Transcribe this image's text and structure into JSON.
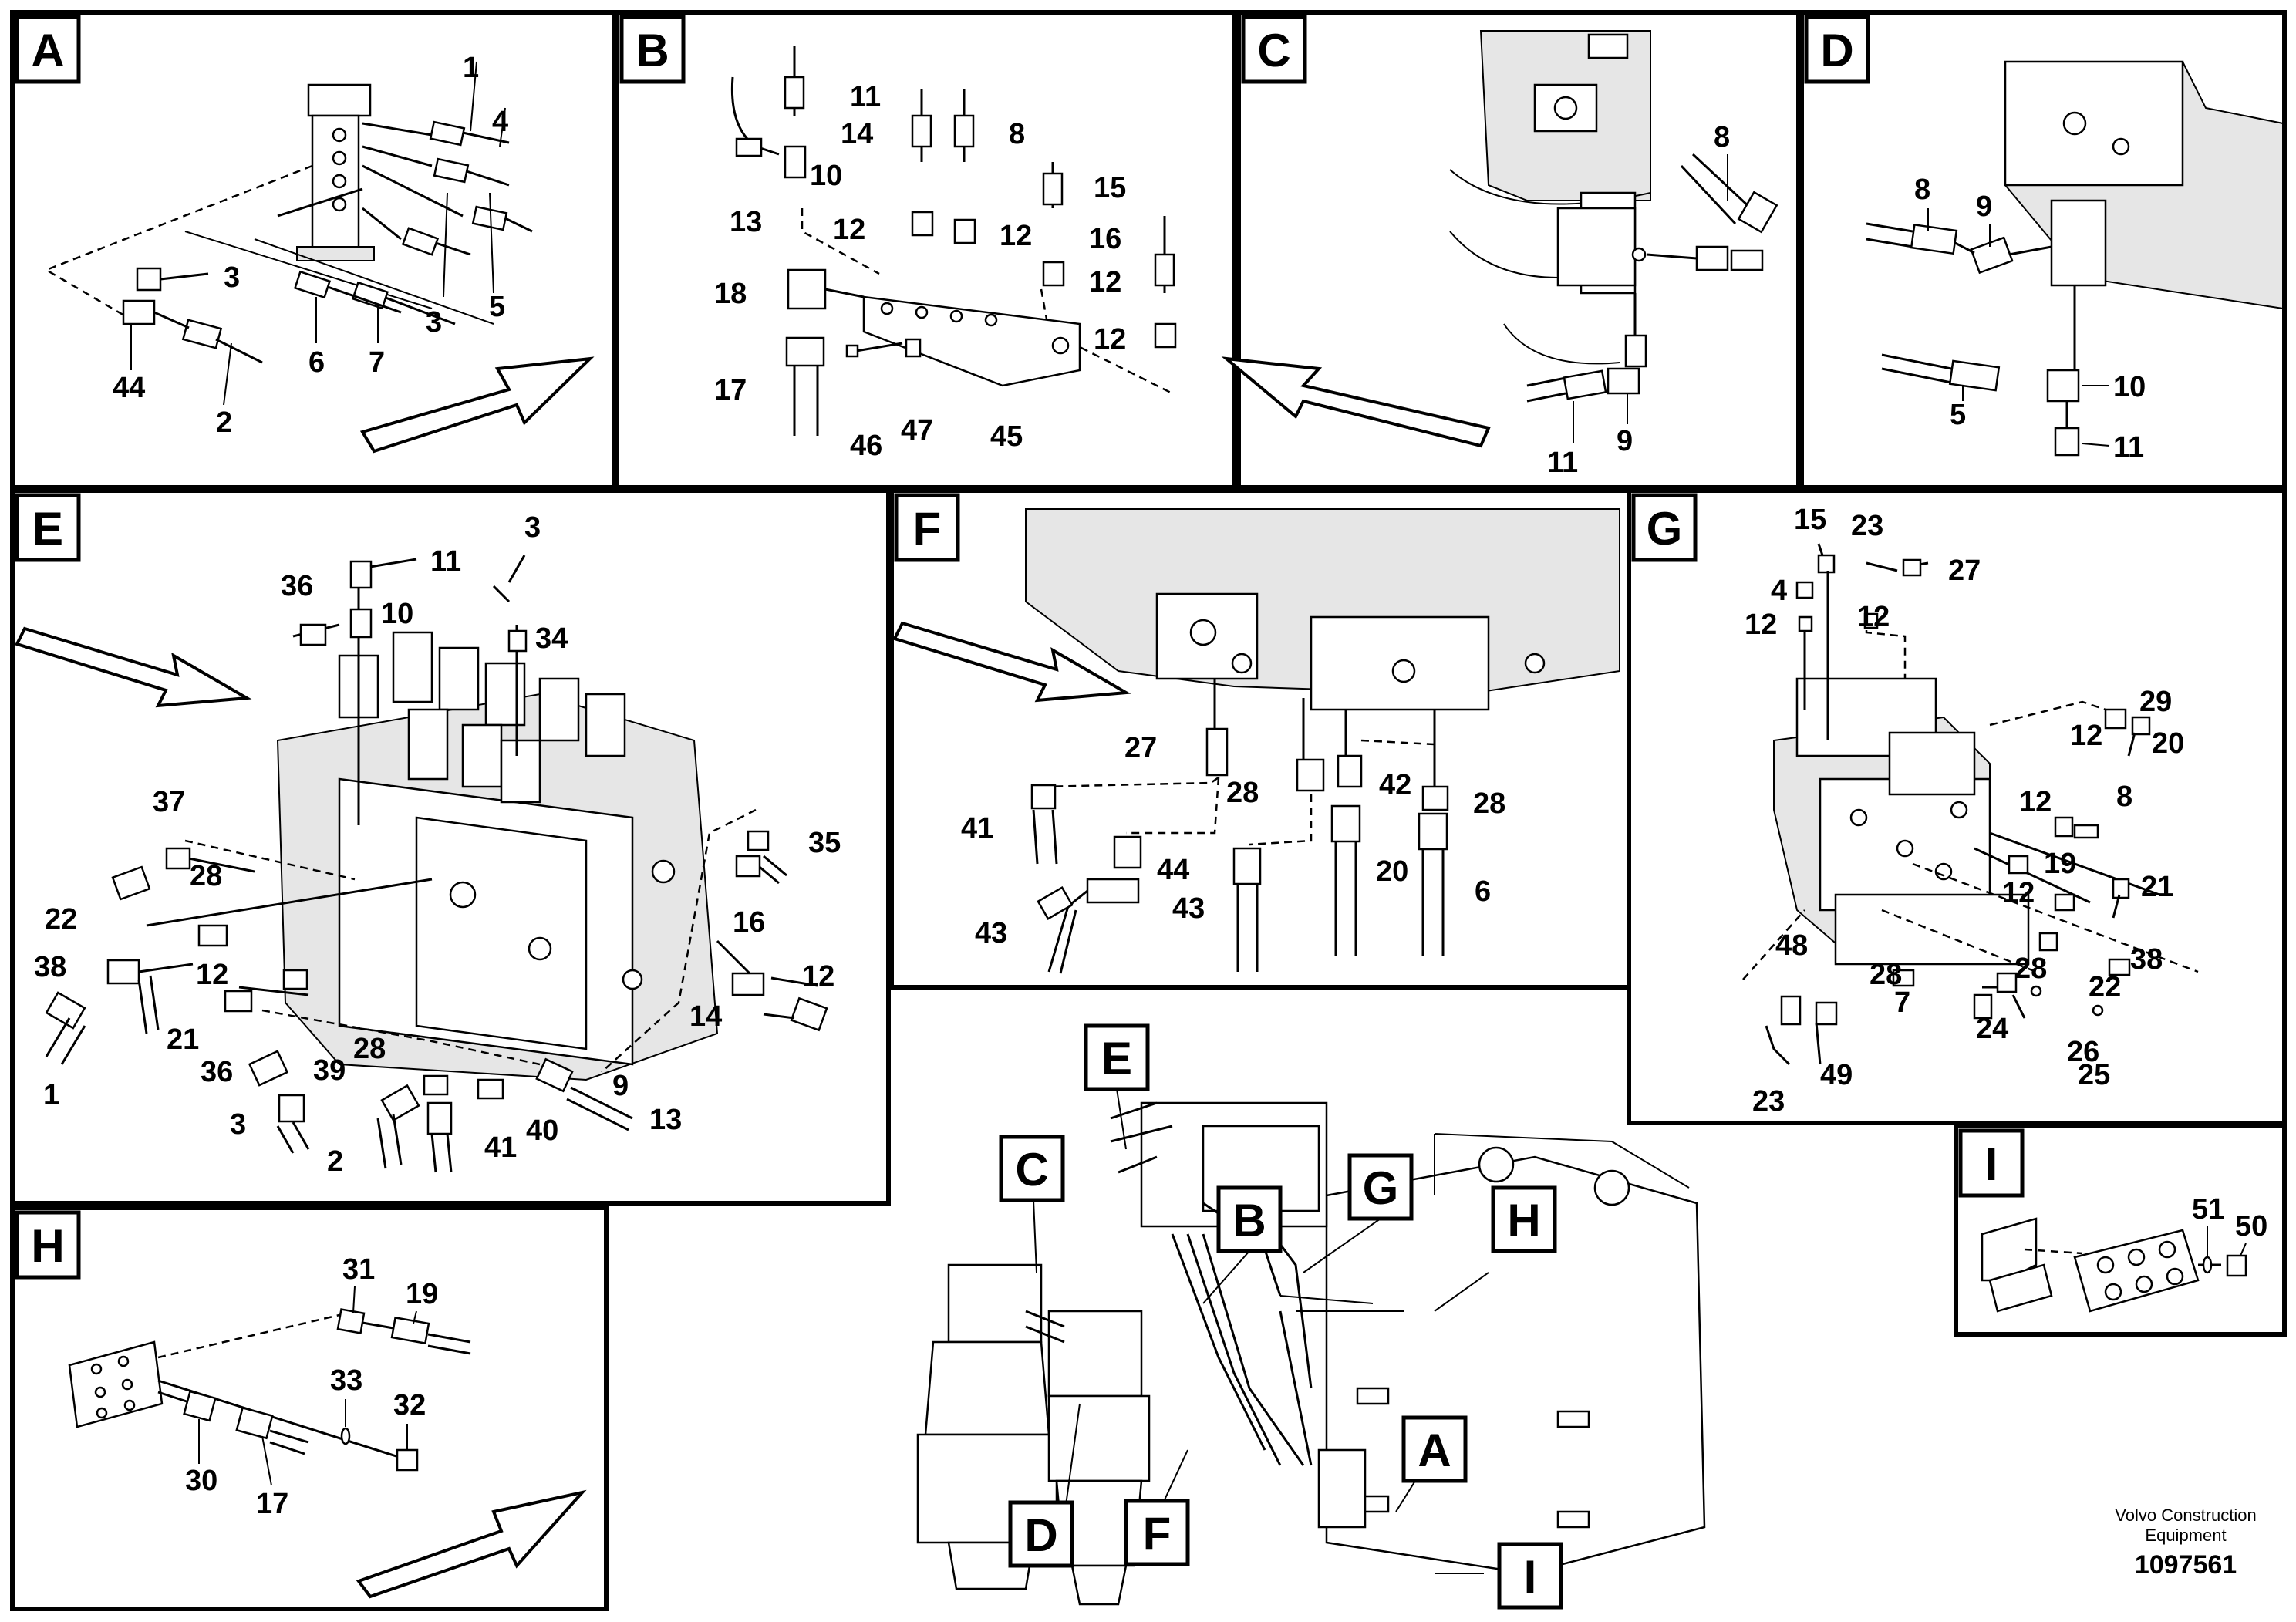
{
  "panels": {
    "A": {
      "letter": "A",
      "labels": [
        "1",
        "4",
        "3",
        "3",
        "5",
        "44",
        "2",
        "6",
        "7"
      ]
    },
    "B": {
      "letter": "B",
      "labels": [
        "11",
        "8",
        "14",
        "10",
        "15",
        "13",
        "12",
        "12",
        "16",
        "12",
        "18",
        "12",
        "17",
        "46",
        "47",
        "45"
      ]
    },
    "C": {
      "letter": "C",
      "labels": [
        "8",
        "11",
        "9"
      ]
    },
    "D": {
      "letter": "D",
      "labels": [
        "8",
        "9",
        "5",
        "10",
        "11"
      ]
    },
    "E": {
      "letter": "E",
      "labels": [
        "3",
        "11",
        "36",
        "10",
        "34",
        "37",
        "35",
        "22",
        "28",
        "16",
        "38",
        "12",
        "12",
        "21",
        "14",
        "36",
        "39",
        "28",
        "9",
        "1",
        "40",
        "13",
        "3",
        "2",
        "41"
      ]
    },
    "F": {
      "letter": "F",
      "labels": [
        "27",
        "28",
        "42",
        "28",
        "41",
        "44",
        "20",
        "43",
        "43",
        "6"
      ]
    },
    "G": {
      "letter": "G",
      "labels": [
        "15",
        "23",
        "27",
        "4",
        "12",
        "12",
        "29",
        "20",
        "12",
        "8",
        "12",
        "19",
        "21",
        "12",
        "48",
        "38",
        "28",
        "28",
        "22",
        "7",
        "24",
        "26",
        "25",
        "23",
        "49"
      ]
    },
    "H": {
      "letter": "H",
      "labels": [
        "31",
        "19",
        "33",
        "32",
        "30",
        "17"
      ]
    },
    "I": {
      "letter": "I",
      "labels": [
        "51",
        "50"
      ]
    }
  },
  "overview_tags": [
    "E",
    "C",
    "G",
    "B",
    "H",
    "A",
    "D",
    "F",
    "I"
  ],
  "footer": {
    "company_line1": "Volvo Construction",
    "company_line2": "Equipment",
    "drawing_number": "1097561"
  }
}
